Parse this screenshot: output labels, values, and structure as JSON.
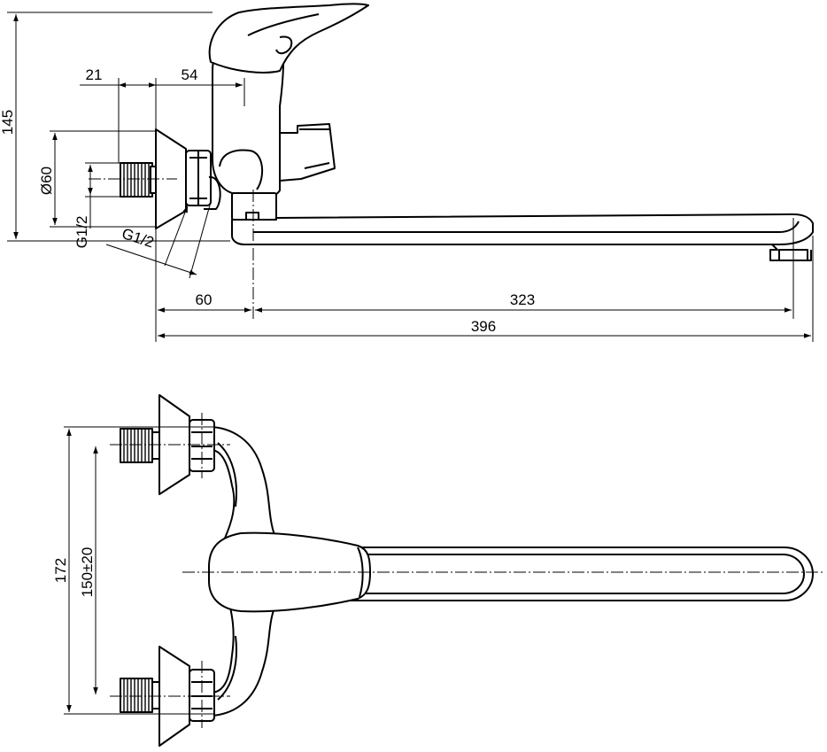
{
  "dimensions": {
    "side_view": {
      "height": "145",
      "wall_offset": "21",
      "body_offset": "54",
      "flange_diameter": "Ø60",
      "thread_left": "G1/2",
      "thread_diag": "G1/2",
      "to_spout_axis": "60",
      "spout_reach": "323",
      "total_length": "396"
    },
    "top_view": {
      "outer_distance": "172",
      "center_distance": "150±20"
    }
  }
}
